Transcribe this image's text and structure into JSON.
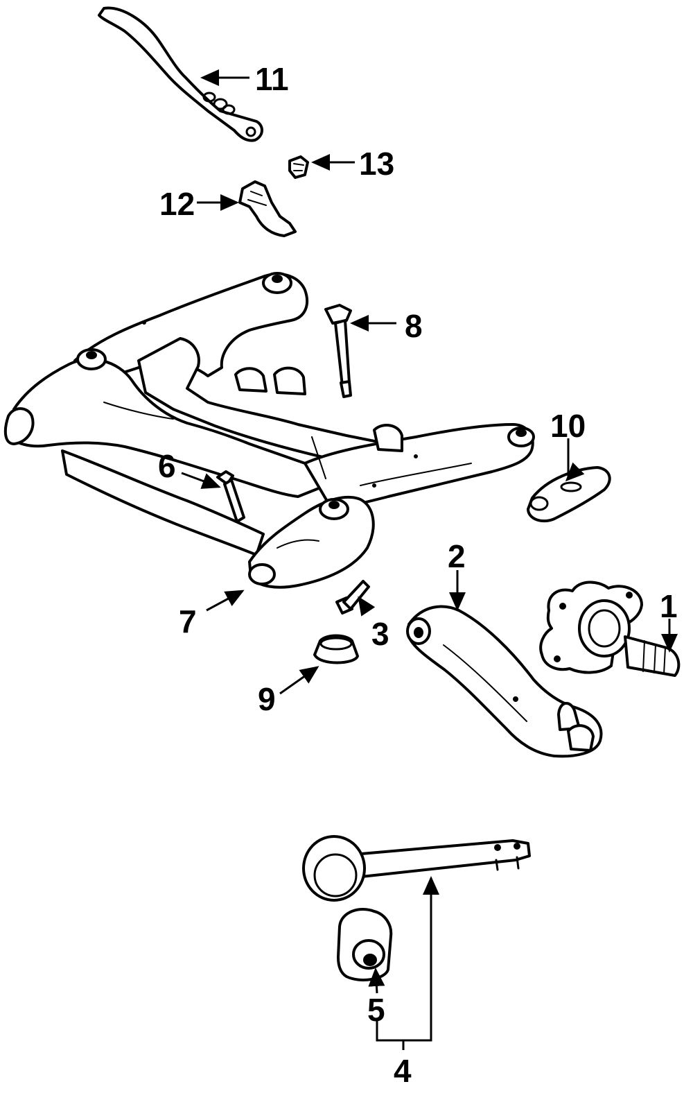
{
  "colors": {
    "line": "#000000",
    "background": "#ffffff"
  },
  "callouts": {
    "c1": "1",
    "c2": "2",
    "c3": "3",
    "c4": "4",
    "c5": "5",
    "c6": "6",
    "c7": "7",
    "c8": "8",
    "c9": "9",
    "c10": "10",
    "c11": "11",
    "c12": "12",
    "c13": "13"
  }
}
